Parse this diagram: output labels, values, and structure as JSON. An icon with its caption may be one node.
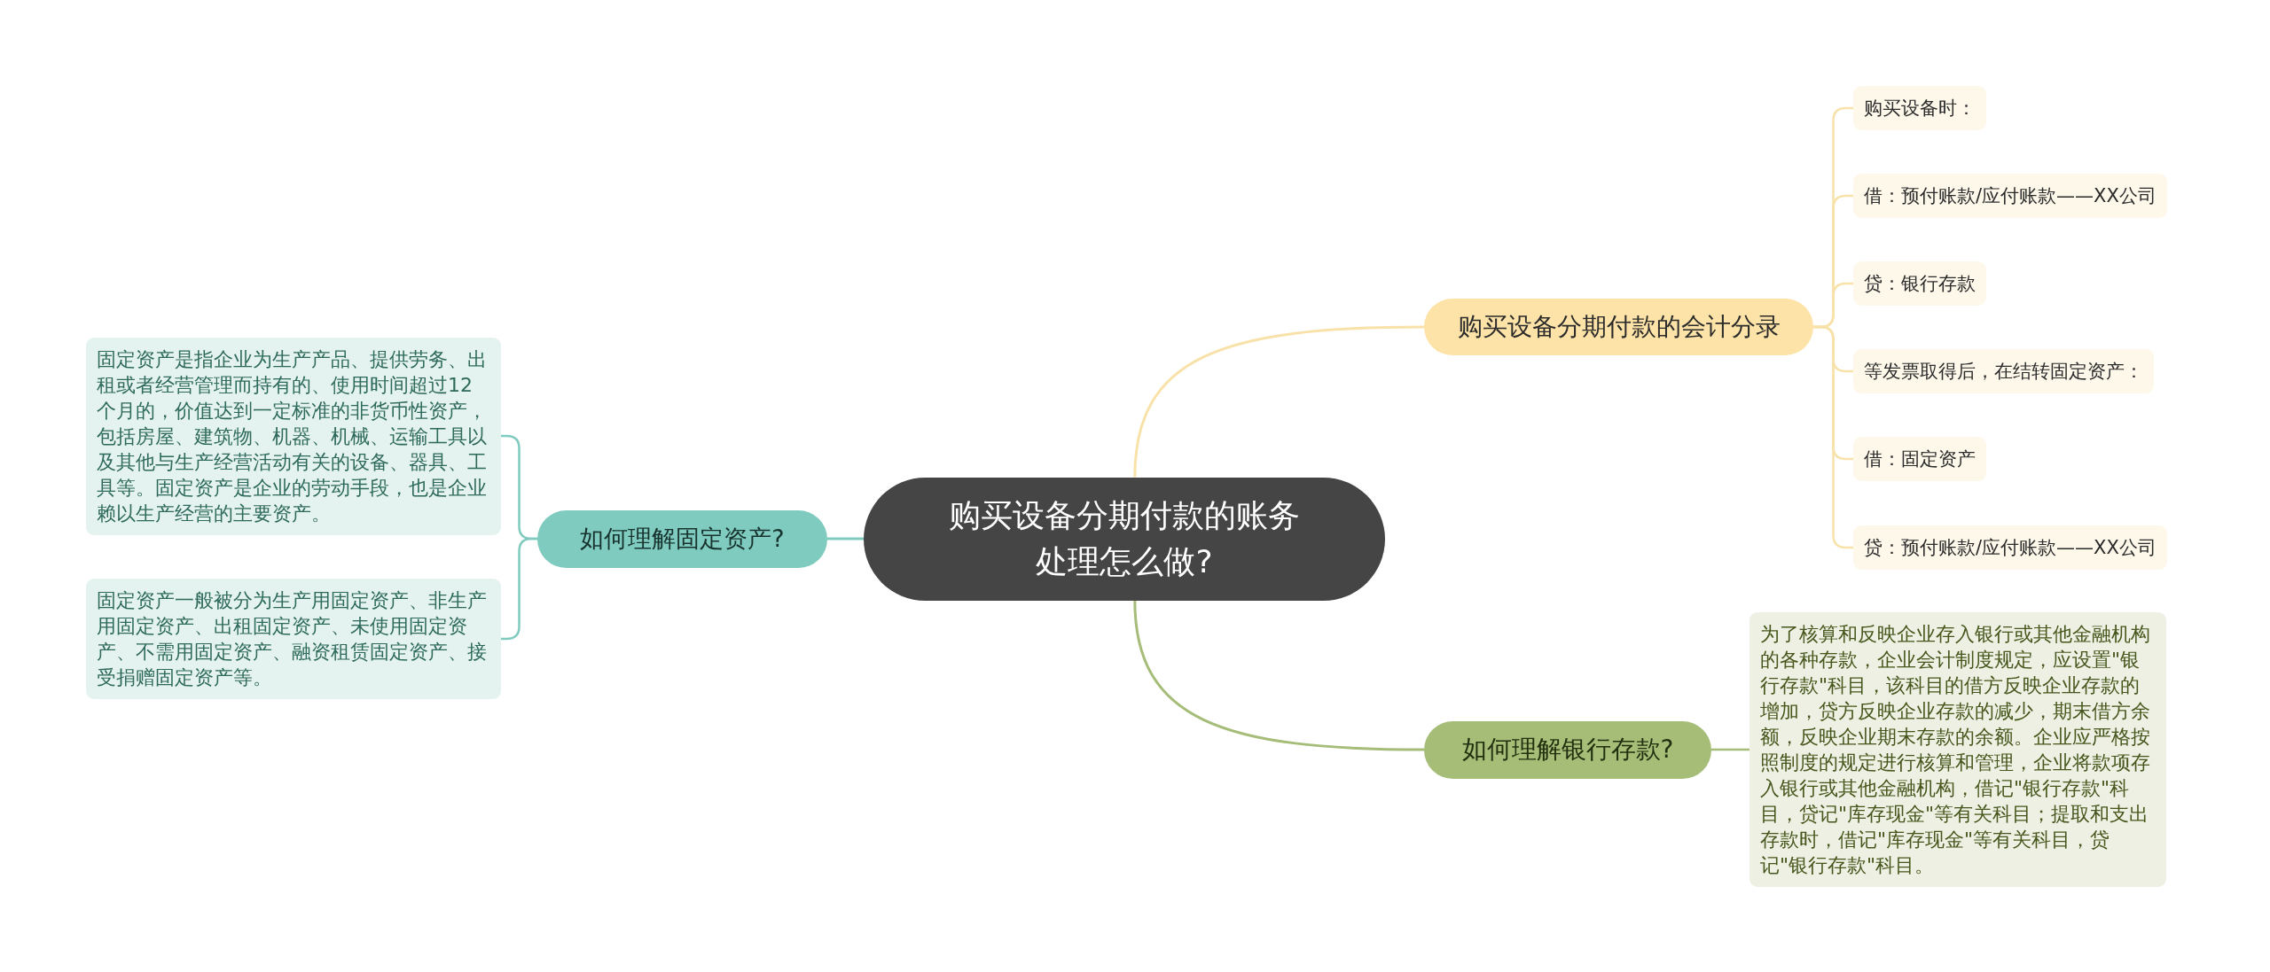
{
  "diagram": {
    "nodes": [
      {
        "text": [
          "购买设备分期付款的账务处理怎么做?"
        ]
      },
      {
        "text": [
          "如何理解固定资产?"
        ]
      },
      {
        "text": [
          "固定资产是指企业为生产产品、提供劳务、出租或者经营管理而持有的、使用时间超过12个月的，价值达到一定标准的非货币性资产，包括房屋、建筑物、机器、机械、运输工具以及其他与生产经营活动有关的设备、器具、工具等。固定资产是企业的劳动手段，也是企业赖以生产经营的主要资产。"
        ]
      },
      {
        "text": [
          "固定资产一般被分为生产用固定资产、非生产用固定资产、出租固定资产、未使用固定资产、不需用固定资产、融资租赁固定资产、接受捐赠固定资产等。"
        ]
      },
      {
        "text": [
          "购买设备分期付款的会计分录"
        ]
      },
      {
        "text": [
          "购买设备时："
        ]
      },
      {
        "text": [
          "借：预付账款/应付账款——XX公司"
        ]
      },
      {
        "text": [
          "贷：银行存款"
        ]
      },
      {
        "text": [
          "等发票取得后，在结转固定资产："
        ]
      },
      {
        "text": [
          "借：固定资产"
        ]
      },
      {
        "text": [
          "贷：预付账款/应付账款——XX公司"
        ]
      },
      {
        "text": [
          "如何理解银行存款?"
        ]
      },
      {
        "text": [
          "为了核算和反映企业存入银行或其他金融机构的各种存款，企业会计制度规定，应设置\"银行存款\"科目，该科目的借方反映企业存款的增加，贷方反映企业存款的减少，期末借方余额，反映企业期末存款的余额。企业应严格按照制度的规定进行核算和管理，企业将款项存入银行或其他金融机构，借记\"银行存款\"科目，贷记\"库存现金\"等有关科目；提取和支出存款时，借记\"库存现金\"等有关科目，贷记\"银行存款\"科目。"
        ]
      }
    ],
    "edges": [
      {
        "from": 0,
        "to": 1,
        "arrow": "none",
        "color": "#80cbbf"
      },
      {
        "from": 1,
        "to": 2,
        "arrow": "none",
        "color": "#80cbbf"
      },
      {
        "from": 1,
        "to": 3,
        "arrow": "none",
        "color": "#80cbbf"
      },
      {
        "from": 0,
        "to": 4,
        "arrow": "none",
        "color": "#f8e2a9"
      },
      {
        "from": 4,
        "to": 5,
        "arrow": "none",
        "color": "#f8e2a9"
      },
      {
        "from": 4,
        "to": 6,
        "arrow": "none",
        "color": "#f8e2a9"
      },
      {
        "from": 4,
        "to": 7,
        "arrow": "none",
        "color": "#f8e2a9"
      },
      {
        "from": 4,
        "to": 8,
        "arrow": "none",
        "color": "#f8e2a9"
      },
      {
        "from": 4,
        "to": 9,
        "arrow": "none",
        "color": "#f8e2a9"
      },
      {
        "from": 4,
        "to": 10,
        "arrow": "none",
        "color": "#f8e2a9"
      },
      {
        "from": 0,
        "to": 11,
        "arrow": "none",
        "color": "#a5bd78"
      },
      {
        "from": 11,
        "to": 12,
        "arrow": "none",
        "color": "#a5bd78"
      }
    ]
  }
}
